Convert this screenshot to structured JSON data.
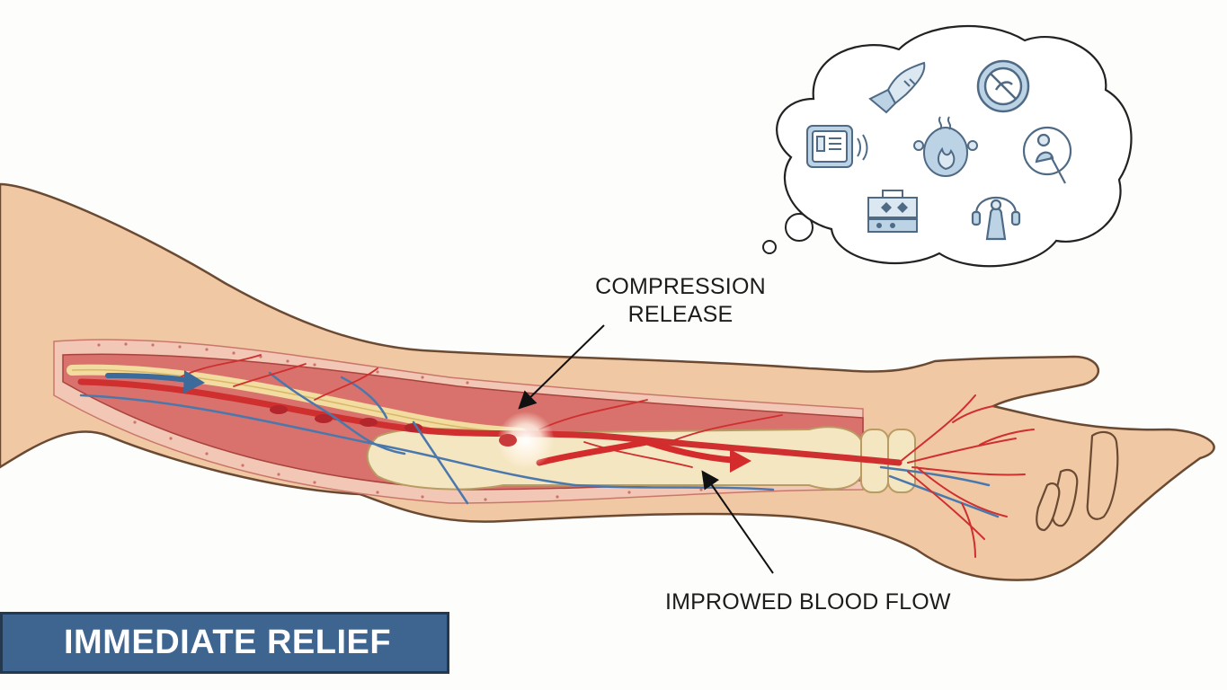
{
  "labels": {
    "compression_line1": "COMPRESSION",
    "compression_line2": "RELEASE",
    "blood_flow": "IMPROWED BLOOD FLOW"
  },
  "badge": {
    "text": "IMMEDIATE RELIEF"
  },
  "colors": {
    "skin": "#f0c9a4",
    "skin_outline": "#6b4a33",
    "muscle": "#d9726c",
    "artery": "#cf2f2f",
    "vein": "#4a78ad",
    "bone": "#f5e6c2",
    "badge_bg": "#3d6590",
    "icon_stroke": "#4f6a85",
    "icon_fill": "#bcd3e6"
  },
  "thought_bubble_icons": [
    "hand-relief-icon",
    "no-pain-icon",
    "device-monitor-icon",
    "heat-relief-icon",
    "massage-icon",
    "toolbox-icon",
    "headphones-relax-icon"
  ]
}
